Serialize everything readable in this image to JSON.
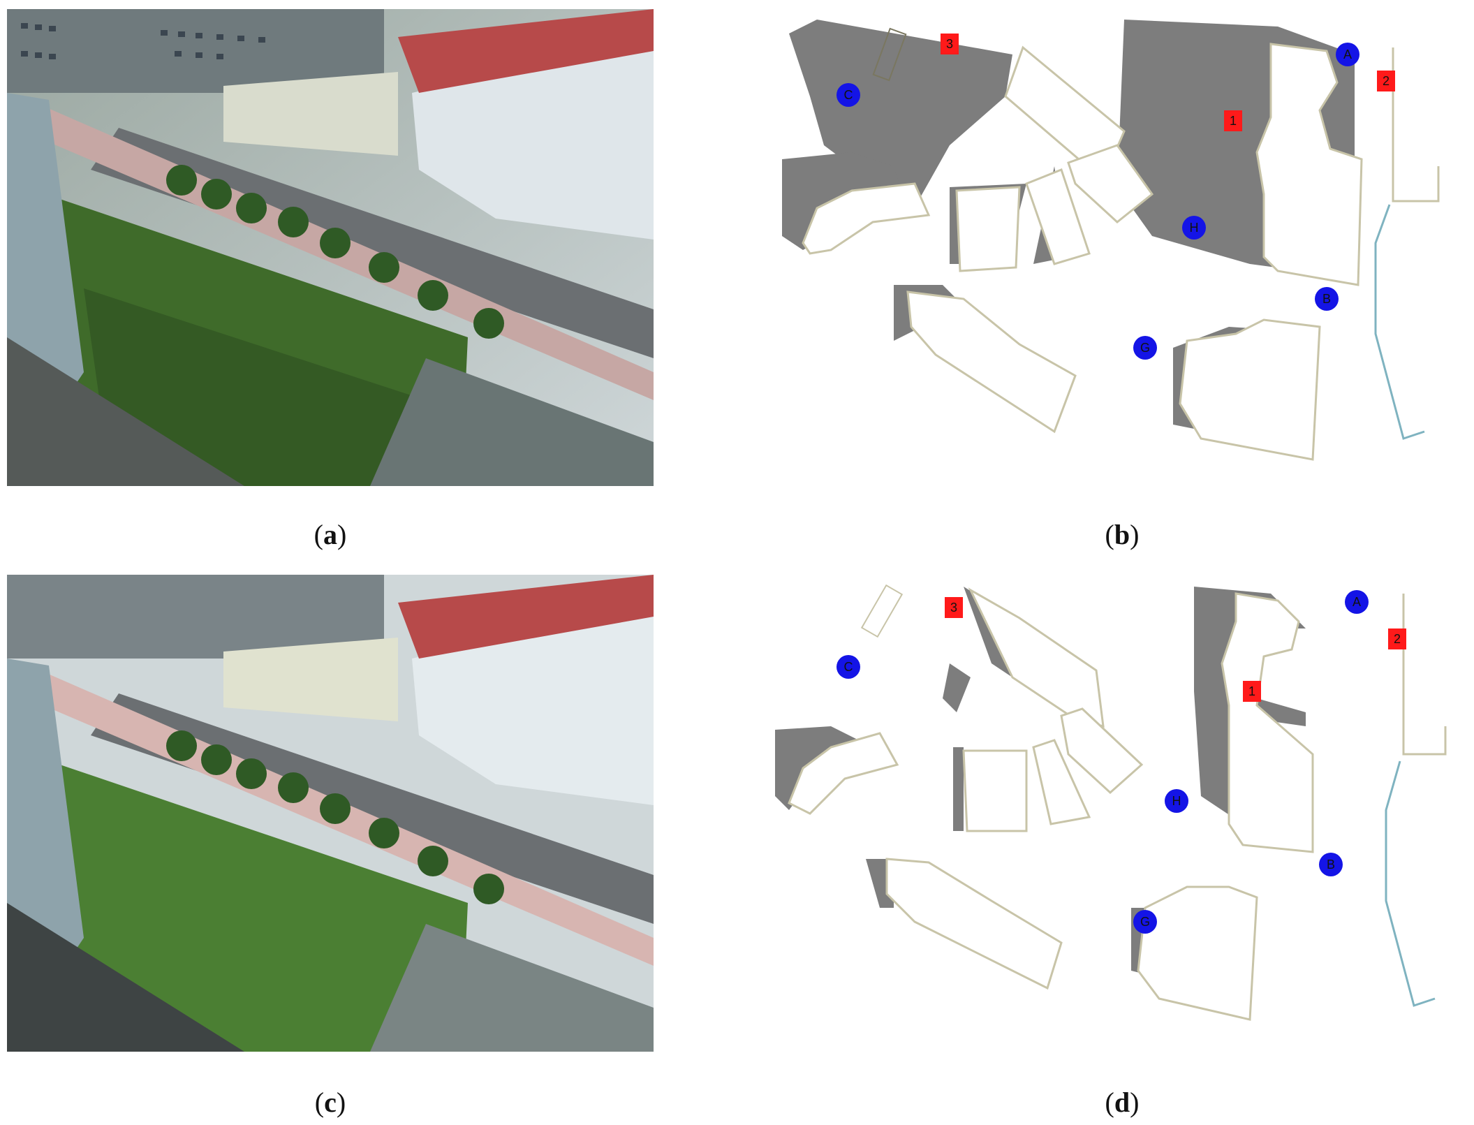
{
  "captions": [
    "a",
    "b",
    "c",
    "d"
  ],
  "map_markers": {
    "circle_labels": [
      "A",
      "B",
      "C",
      "G",
      "H"
    ],
    "square_labels": [
      "1",
      "2",
      "3"
    ]
  },
  "colors": {
    "shadow": "#7d7d7d",
    "building_fill": "#ffffff",
    "building_outline": "#c8c4a8",
    "water_line": "#7fb3c0",
    "camera_marker": "#1414e6",
    "sensor_marker": "#ff1a1a"
  }
}
